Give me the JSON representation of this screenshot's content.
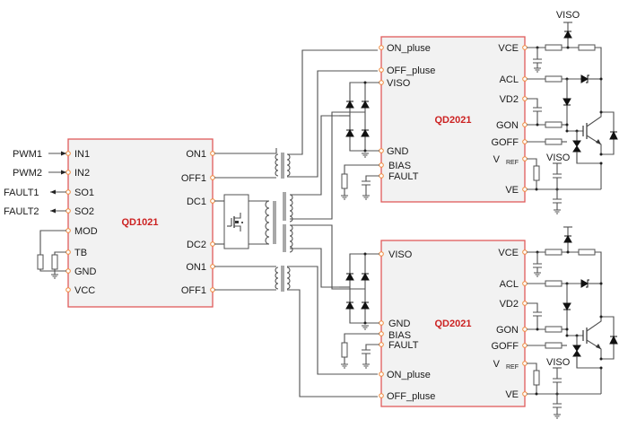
{
  "diagram": {
    "title": "Isolated gate driver circuit: QD1021 primary with two QD2021 secondaries",
    "colors": {
      "chip_border": "#e05a5a",
      "chip_fill": "#f2f2f2",
      "chip_title": "#cc2222",
      "pin": "#f08a3c",
      "wire": "#505050"
    },
    "external_signals": {
      "pwm1": "PWM1",
      "pwm2": "PWM2",
      "fault1": "FAULT1",
      "fault2": "FAULT2",
      "viso": "VISO"
    },
    "primary": {
      "name": "QD1021",
      "left_pins": [
        "IN1",
        "IN2",
        "SO1",
        "SO2",
        "MOD",
        "TB",
        "GND",
        "VCC"
      ],
      "right_pins": [
        "ON1",
        "OFF1",
        "DC1",
        "DC2",
        "ON1",
        "OFF1"
      ]
    },
    "secondary_top": {
      "name": "QD2021",
      "left_pins": [
        "ON_pluse",
        "OFF_pluse",
        "VISO",
        "GND",
        "BIAS",
        "FAULT"
      ],
      "right_pins": [
        "VCE",
        "ACL",
        "VD2",
        "GON",
        "GOFF",
        "V",
        "VE"
      ],
      "vref_main": "V",
      "vref_sub": "REF"
    },
    "secondary_bottom": {
      "name": "QD2021",
      "left_pins": [
        "VISO",
        "GND",
        "BIAS",
        "FAULT",
        "ON_pluse",
        "OFF_pluse"
      ],
      "right_pins": [
        "VCE",
        "ACL",
        "VD2",
        "GON",
        "GOFF",
        "V",
        "VE"
      ],
      "vref_main": "V",
      "vref_sub": "REF"
    }
  }
}
